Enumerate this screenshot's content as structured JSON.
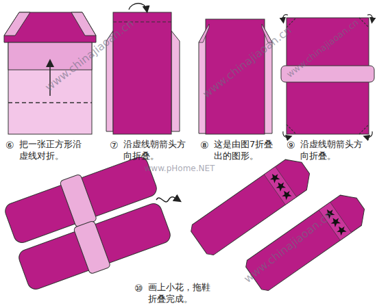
{
  "diagram": {
    "labels": [
      "⑥",
      "把一张正方形沿虚线对折。",
      "⑦",
      "沿虚线朝箭头方向折叠。",
      "⑧",
      "这是由图7折叠出的图形。",
      "⑨",
      "沿虚线朝箭头方向折叠。",
      "⑩",
      "画上小花，拖鞋折叠完成。",
      "www.chinajiaoan.cn",
      "www.chinajiaoan.cn",
      "www.chinajiaoan.cn",
      "www.chinajiaoan.cn",
      "www.pHome.NET"
    ]
  }
}
